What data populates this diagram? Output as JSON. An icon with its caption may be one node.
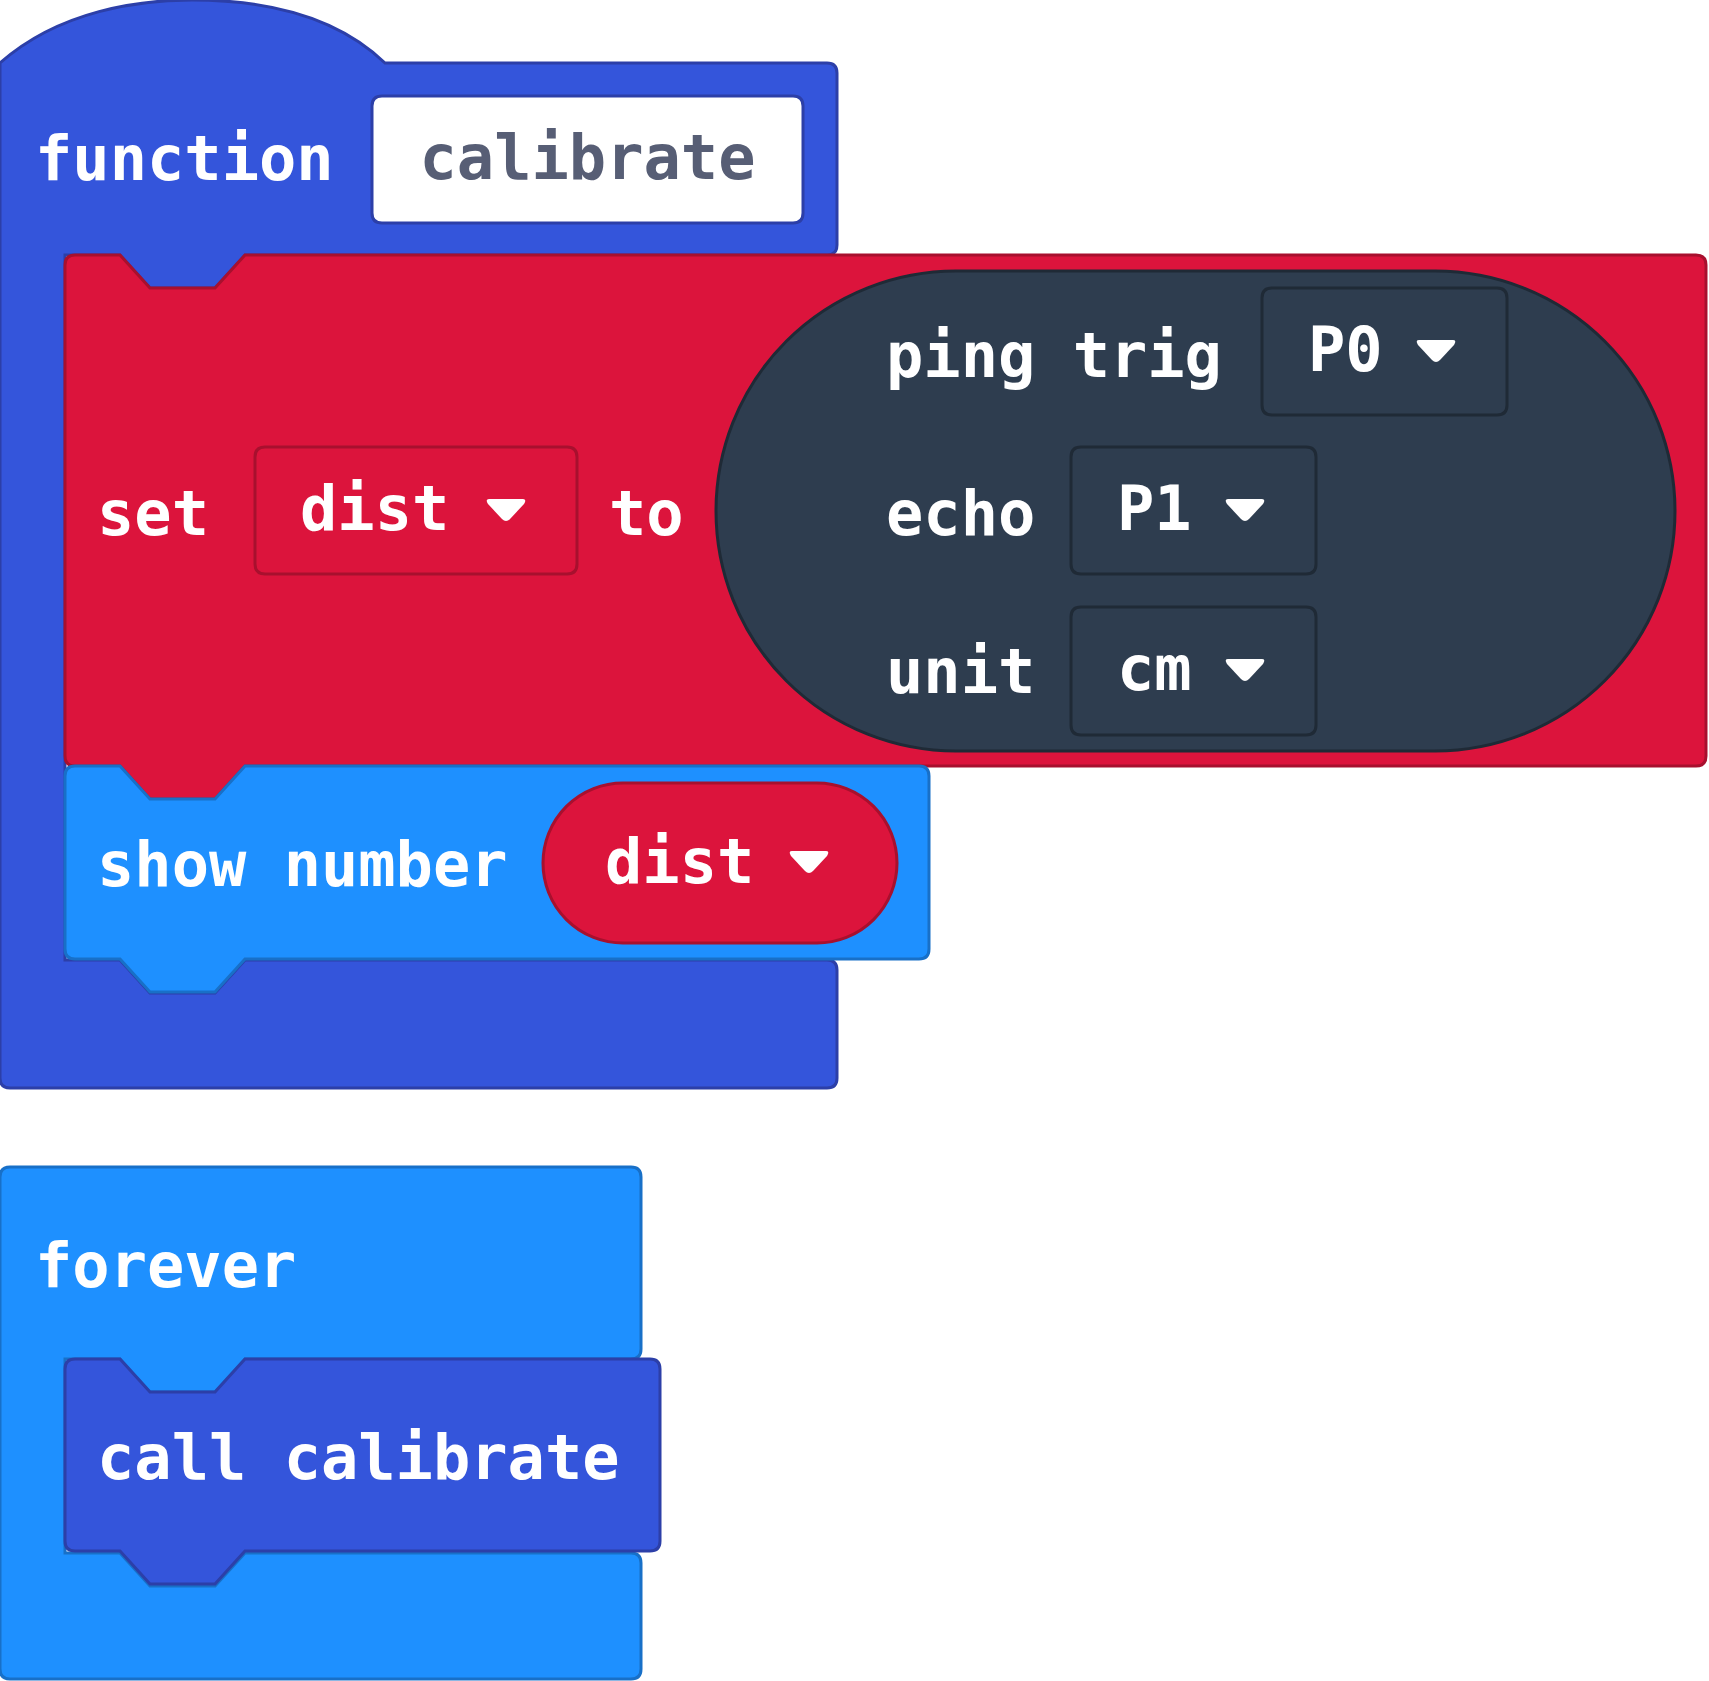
{
  "diagram": {
    "nodes": [
      {
        "text": [
          "function"
        ]
      },
      {
        "text": [
          "calibrate"
        ],
        "in": 0
      },
      {
        "text": [
          "set",
          "to"
        ]
      },
      {
        "text": [
          "dist"
        ],
        "in": 2
      },
      {
        "text": [
          "ping trig",
          "echo",
          "unit"
        ],
        "in": 2
      },
      {
        "text": [
          "P0"
        ],
        "in": 4
      },
      {
        "text": [
          "P1"
        ],
        "in": 4
      },
      {
        "text": [
          "cm"
        ],
        "in": 4
      },
      {
        "text": [
          "show number"
        ]
      },
      {
        "text": [
          "dist"
        ],
        "in": 8
      },
      {
        "text": [
          "forever"
        ]
      },
      {
        "text": [
          "call calibrate"
        ],
        "in": 10
      }
    ]
  }
}
